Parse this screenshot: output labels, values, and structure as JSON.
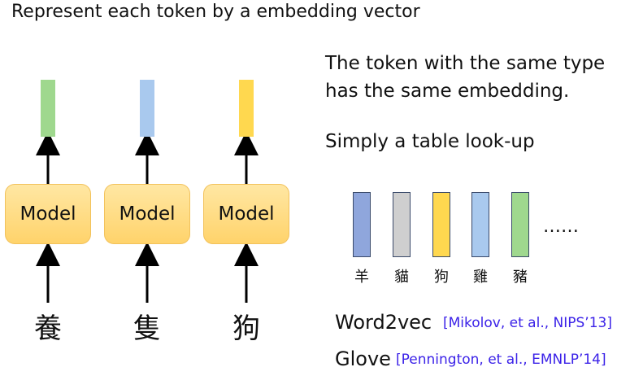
{
  "title": "Represent each token by a embedding vector",
  "notes": {
    "same_type_line1": "The token with the same type",
    "same_type_line2": "has the same embedding.",
    "lookup": "Simply a table look-up"
  },
  "pipeline": [
    {
      "model_label": "Model",
      "token": "養",
      "vector_color": "#9fd88e"
    },
    {
      "model_label": "Model",
      "token": "隻",
      "vector_color": "#a9c9ee"
    },
    {
      "model_label": "Model",
      "token": "狗",
      "vector_color": "#ffd84f"
    }
  ],
  "table": {
    "entries": [
      {
        "label": "羊",
        "color": "#8fa6dc"
      },
      {
        "label": "貓",
        "color": "#cfcfcf"
      },
      {
        "label": "狗",
        "color": "#ffd84f"
      },
      {
        "label": "雞",
        "color": "#a9c9ee"
      },
      {
        "label": "豬",
        "color": "#9fd88e"
      }
    ],
    "ellipsis": "……"
  },
  "methods": [
    {
      "name": "Word2vec",
      "citation": "[Mikolov, et al., NIPS’13]"
    },
    {
      "name": "Glove",
      "citation": "[Pennington, et al., EMNLP’14]"
    }
  ],
  "colors": {
    "model_fill": "#ffd36b",
    "model_border": "#f2c25c",
    "citation": "#3b22e8"
  }
}
